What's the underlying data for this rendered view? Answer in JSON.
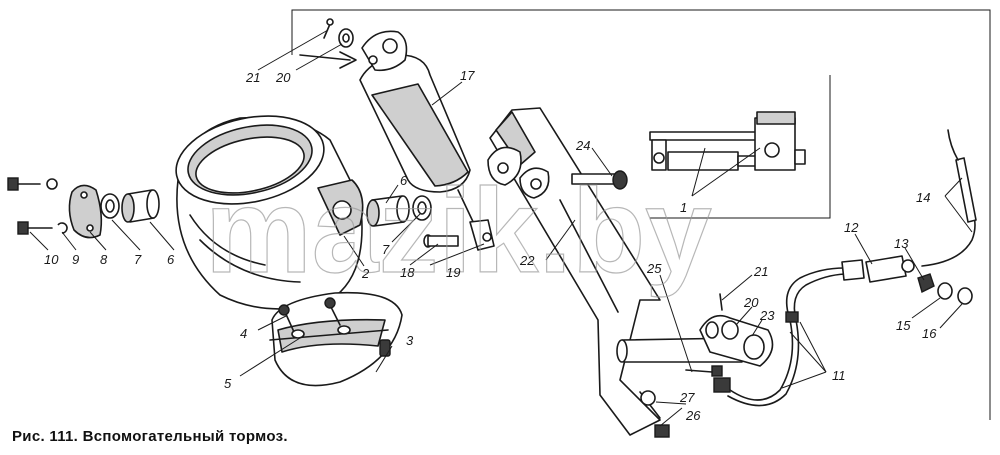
{
  "caption": "Рис. 111. Вспомогательный тормоз.",
  "watermark": "mazik.by",
  "labels": {
    "p1": "1",
    "p2": "2",
    "p3": "3",
    "p4": "4",
    "p5": "5",
    "p6a": "6",
    "p6b": "6",
    "p7a": "7",
    "p7b": "7",
    "p8": "8",
    "p9": "9",
    "p10": "10",
    "p11": "11",
    "p12": "12",
    "p13": "13",
    "p14": "14",
    "p15": "15",
    "p16": "16",
    "p17": "17",
    "p18": "18",
    "p19": "19",
    "p20a": "20",
    "p20b": "20",
    "p21a": "21",
    "p21b": "21",
    "p22": "22",
    "p23": "23",
    "p24": "24",
    "p25": "25",
    "p26": "26",
    "p27": "27"
  }
}
